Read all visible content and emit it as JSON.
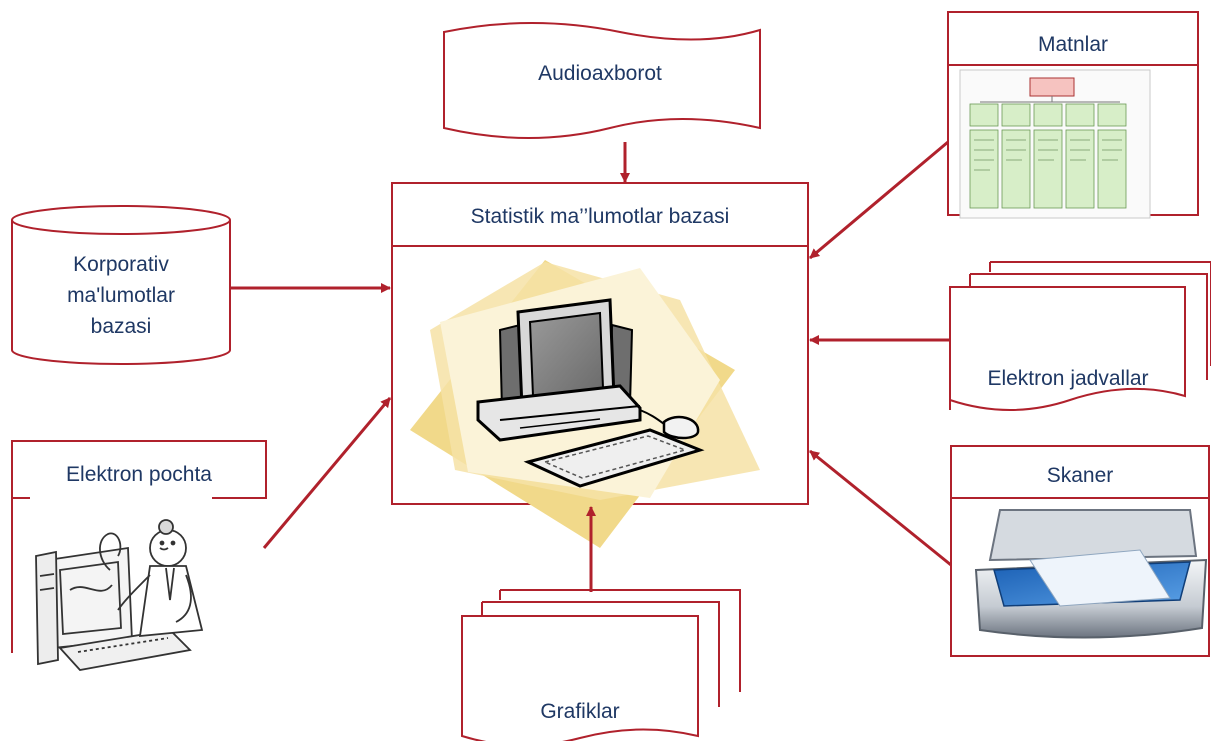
{
  "colors": {
    "border": "#b0212c",
    "arrow": "#b0212c",
    "label": "#1f3864",
    "background": "#ffffff"
  },
  "center": {
    "title": "Statistik ma’’lumotlar bazasi",
    "icon": "computer-clipart-icon"
  },
  "sources": {
    "audio": {
      "label": "Audioaxborot",
      "shape": "punched-tape"
    },
    "corporate_db": {
      "line1": "Korporativ",
      "line2": "ma'lumotlar",
      "line3": "bazasi",
      "shape": "cylinder"
    },
    "email": {
      "label": "Elektron pochta",
      "icon": "technician-at-computer-icon"
    },
    "texts": {
      "label": "Matnlar",
      "icon": "org-chart-document-icon"
    },
    "spreadsheets": {
      "label": "Elektron jadvallar",
      "shape": "stacked-documents"
    },
    "scanner": {
      "label": "Skaner",
      "icon": "flatbed-scanner-icon"
    },
    "charts": {
      "label": "Grafiklar",
      "shape": "stacked-documents"
    }
  }
}
